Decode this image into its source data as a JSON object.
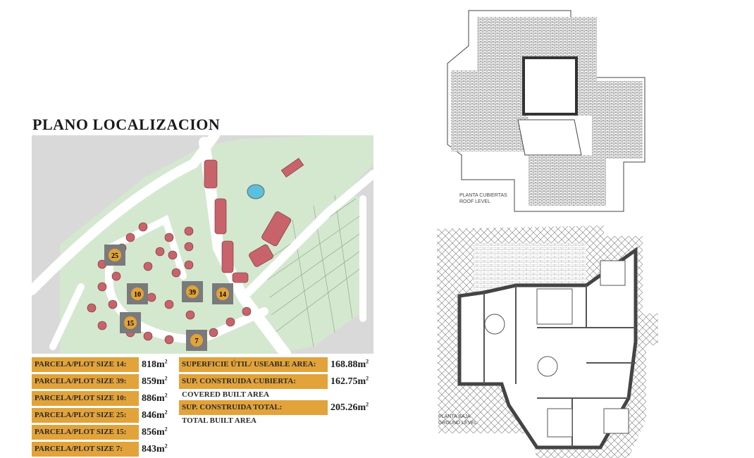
{
  "title": "PLANO LOCALIZACION",
  "plots": [
    {
      "label": "PARCELA/PLOT SIZE 14:",
      "value": "818m",
      "unit_sup": "2",
      "number": "14"
    },
    {
      "label": "PARCELA/PLOT SIZE 39:",
      "value": "859m",
      "unit_sup": "2",
      "number": "39"
    },
    {
      "label": "PARCELA/PLOT SIZE 10:",
      "value": "886m",
      "unit_sup": "2",
      "number": "10"
    },
    {
      "label": "PARCELA/PLOT SIZE 25:",
      "value": "846m",
      "unit_sup": "2",
      "number": "25"
    },
    {
      "label": "PARCELA/PLOT SIZE 15:",
      "value": "856m",
      "unit_sup": "2",
      "number": "15"
    },
    {
      "label": "PARCELA/PLOT SIZE 7:",
      "value": "843m",
      "unit_sup": "2",
      "number": "7"
    }
  ],
  "areas": [
    {
      "label": "SUPERFICIE ÚTIL/ USEABLE AREA:",
      "value": "168.88m",
      "unit_sup": "2",
      "sublabel": ""
    },
    {
      "label": "SUP. CONSTRUIDA CUBIERTA:",
      "value": "162.75m",
      "unit_sup": "2",
      "sublabel": "COVERED BUILT AREA"
    },
    {
      "label": "SUP. CONSTRUIDA TOTAL:",
      "value": "205.26m",
      "unit_sup": "2",
      "sublabel": "TOTAL BUILT AREA"
    }
  ],
  "roof_plan": {
    "caption_es": "PLANTA CUBIERTAS",
    "caption_en": "ROOF LEVEL"
  },
  "ground_plan": {
    "caption_es": "PLANTA BAJA",
    "caption_en": "GROUND LEVEL"
  },
  "colors": {
    "accent": "#e2a33a",
    "plot_green": "#d4e8cf",
    "road": "#ffffff",
    "background_grey": "#d9d9d9",
    "house": "#c8636b",
    "highlight_plot": "#7a7a7a",
    "pool": "#5bc0de"
  }
}
